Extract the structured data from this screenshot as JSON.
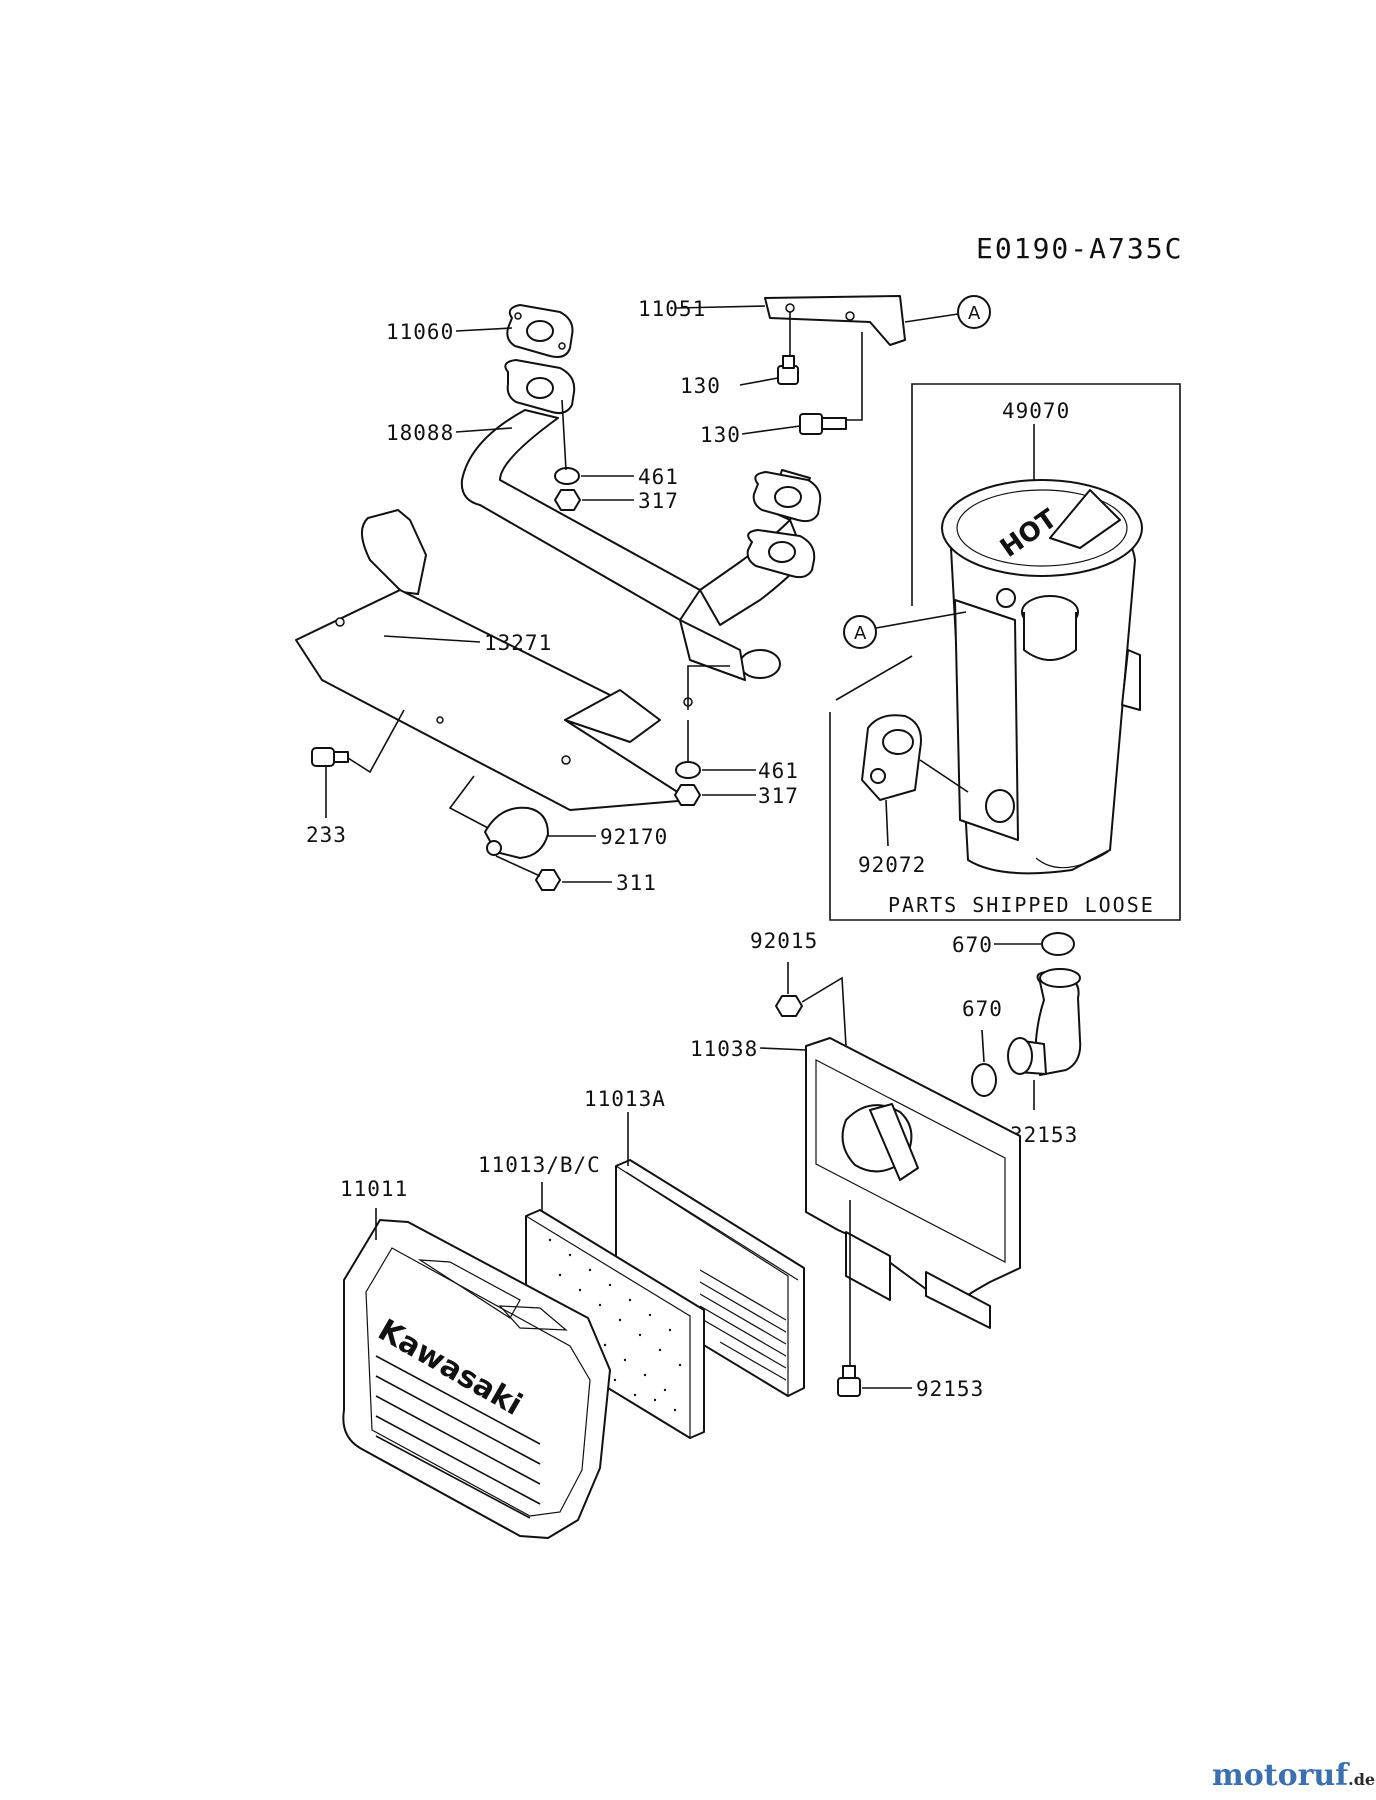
{
  "diagram": {
    "code": "E0190-A735C",
    "box_note": "PARTS SHIPPED LOOSE",
    "ref_letter": "A",
    "brand_text": "Kawasaki",
    "hot_text": "HOT",
    "labels": {
      "p11060": "11060",
      "p11051": "11051",
      "p130a": "130",
      "p130b": "130",
      "p18088": "18088",
      "p461a": "461",
      "p317a": "317",
      "p49070": "49070",
      "p13271": "13271",
      "p461b": "461",
      "p317b": "317",
      "p233": "233",
      "p92170": "92170",
      "p311": "311",
      "p92072": "92072",
      "p92015": "92015",
      "p670a": "670",
      "p670b": "670",
      "p11038": "11038",
      "p32153": "32153",
      "p11013A": "11013A",
      "p11013BC": "11013/B/C",
      "p11011": "11011",
      "p92153": "92153"
    }
  },
  "watermark": {
    "brand": "motoruf",
    "suffix": ".de",
    "colors": {
      "m1": "#3a6fb0",
      "m2": "#d24a2a",
      "dark": "#2a2a2a"
    }
  }
}
